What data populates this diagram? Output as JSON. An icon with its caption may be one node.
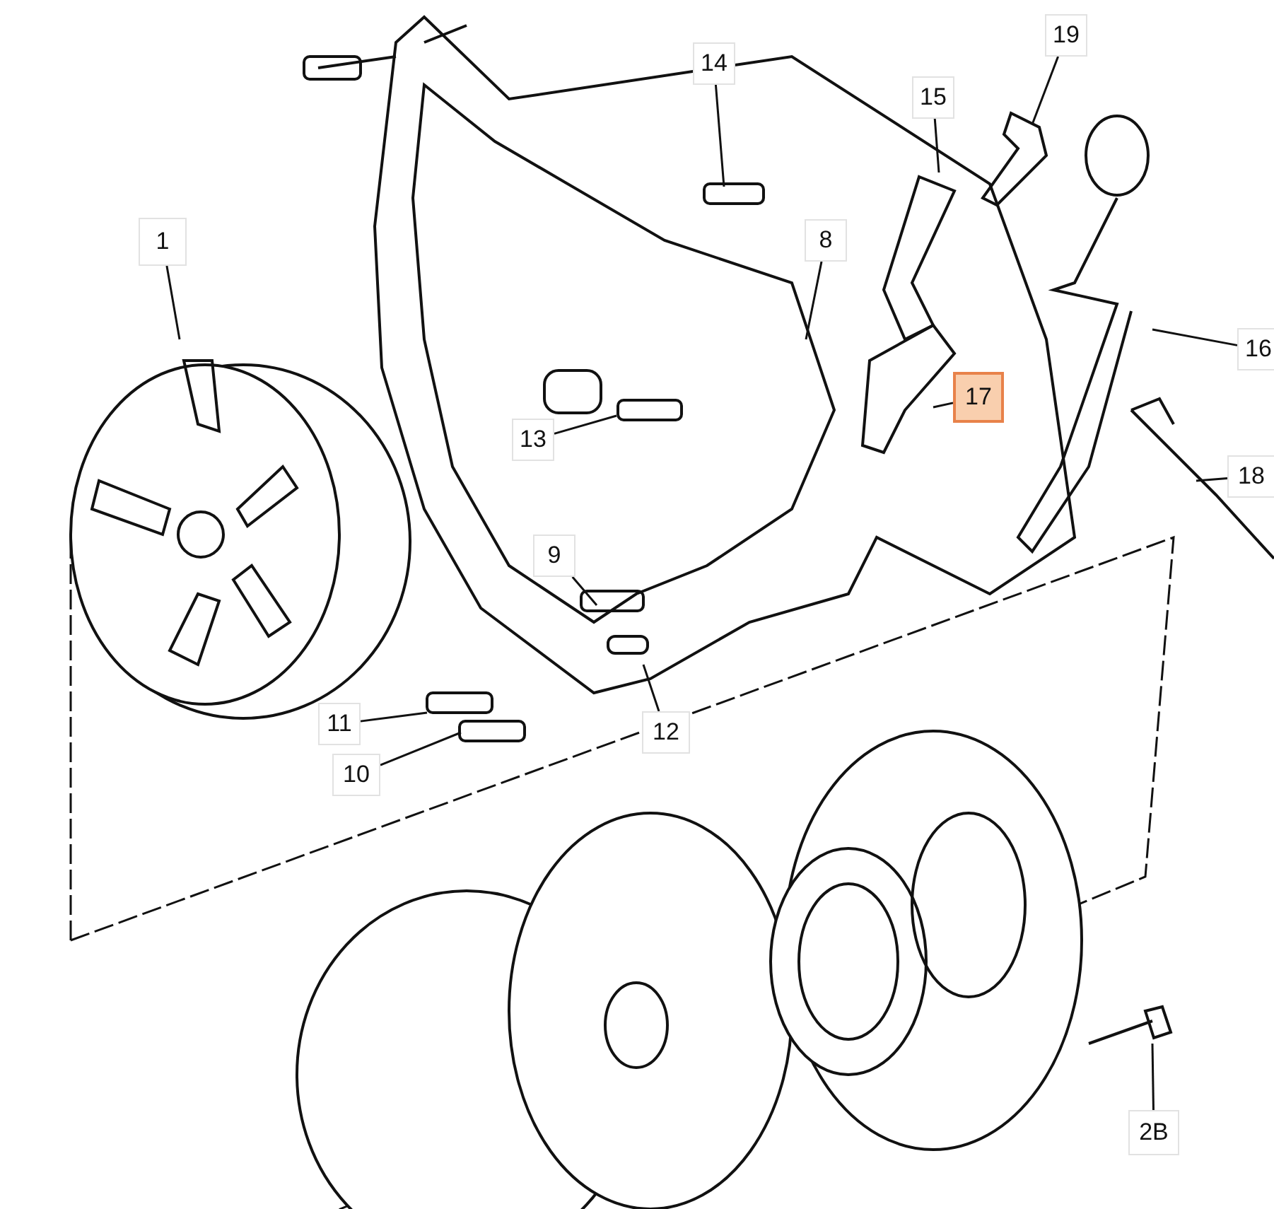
{
  "diagram": {
    "nodes": [
      {
        "text": [
          "19"
        ]
      },
      {
        "text": [
          "14"
        ]
      },
      {
        "text": [
          "15"
        ]
      },
      {
        "text": [
          "1"
        ]
      },
      {
        "text": [
          "8"
        ]
      },
      {
        "text": [
          "16"
        ]
      },
      {
        "text": [
          "17"
        ]
      },
      {
        "text": [
          "13"
        ]
      },
      {
        "text": [
          "18"
        ]
      },
      {
        "text": [
          "9"
        ]
      },
      {
        "text": [
          "11"
        ]
      },
      {
        "text": [
          "12"
        ]
      },
      {
        "text": [
          "10"
        ]
      },
      {
        "text": [
          "2B"
        ]
      }
    ],
    "edges": [
      {
        "from": 0,
        "to": null,
        "arrow": "none"
      },
      {
        "from": 1,
        "to": null,
        "arrow": "none"
      },
      {
        "from": 2,
        "to": null,
        "arrow": "none"
      },
      {
        "from": 3,
        "to": null,
        "arrow": "none"
      },
      {
        "from": 4,
        "to": null,
        "arrow": "none"
      },
      {
        "from": 5,
        "to": null,
        "arrow": "none"
      },
      {
        "from": 6,
        "to": null,
        "arrow": "none"
      },
      {
        "from": 7,
        "to": null,
        "arrow": "none"
      },
      {
        "from": 8,
        "to": null,
        "arrow": "none"
      },
      {
        "from": 9,
        "to": null,
        "arrow": "none"
      },
      {
        "from": 10,
        "to": null,
        "arrow": "none"
      },
      {
        "from": 11,
        "to": null,
        "arrow": "none"
      },
      {
        "from": 12,
        "to": null,
        "arrow": "none"
      },
      {
        "from": 13,
        "to": null,
        "arrow": "none"
      }
    ]
  }
}
